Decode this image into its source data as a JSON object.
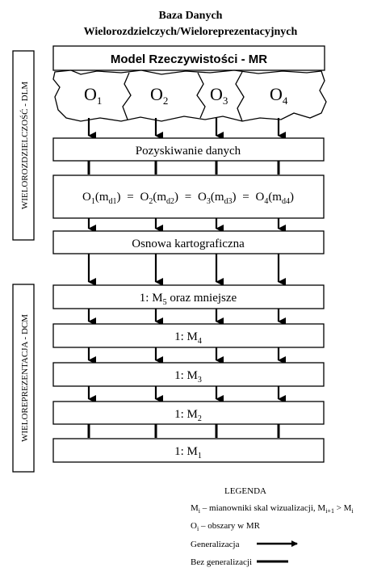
{
  "header": {
    "title_line1": "Baza Danych",
    "title_line2": "Wielorozdzielczych/Wieloreprezentacyjnych"
  },
  "model_box": {
    "label": "Model Rzeczywistości - MR"
  },
  "objects": [
    {
      "base": "O",
      "sub": "1"
    },
    {
      "base": "O",
      "sub": "2"
    },
    {
      "base": "O",
      "sub": "3"
    },
    {
      "base": "O",
      "sub": "4"
    }
  ],
  "side_labels": {
    "dlm": "WIELOROZDZIELCZOŚĆ - DLM",
    "dcm": "WIELOREPREZENTACJA - DCM"
  },
  "steps": {
    "acquisition": "Pozyskiwanie danych",
    "equation": {
      "terms": [
        {
          "o": "O",
          "o_sub": "1",
          "m": "(m",
          "m_sub": "d1",
          "close": ")"
        },
        {
          "o": "O",
          "o_sub": "2",
          "m": "(m",
          "m_sub": "d2",
          "close": ")"
        },
        {
          "o": "O",
          "o_sub": "3",
          "m": "(m",
          "m_sub": "d3",
          "close": ")"
        },
        {
          "o": "O",
          "o_sub": "4",
          "m": "(m",
          "m_sub": "d4",
          "close": ")"
        }
      ],
      "separator": "="
    },
    "basemap": "Osnowa kartograficzna",
    "scales": [
      {
        "prefix": "1: M",
        "sub": "5",
        "suffix": " oraz mniejsze"
      },
      {
        "prefix": "1: M",
        "sub": "4",
        "suffix": ""
      },
      {
        "prefix": "1: M",
        "sub": "3",
        "suffix": ""
      },
      {
        "prefix": "1: M",
        "sub": "2",
        "suffix": ""
      },
      {
        "prefix": "1: M",
        "sub": "1",
        "suffix": ""
      }
    ]
  },
  "legend": {
    "title": "LEGENDA",
    "scale_note": {
      "m": "M",
      "m_sub": "i",
      "text": " – mianowniki skal wizualizacji, M",
      "rel_sub": "i+1",
      "gt": " > M",
      "end_sub": "i"
    },
    "object_note": {
      "o": "O",
      "o_sub": "i",
      "text": " – obszary  w MR"
    },
    "generalization": "Generalizacja",
    "no_generalization": "Bez generalizacji"
  }
}
